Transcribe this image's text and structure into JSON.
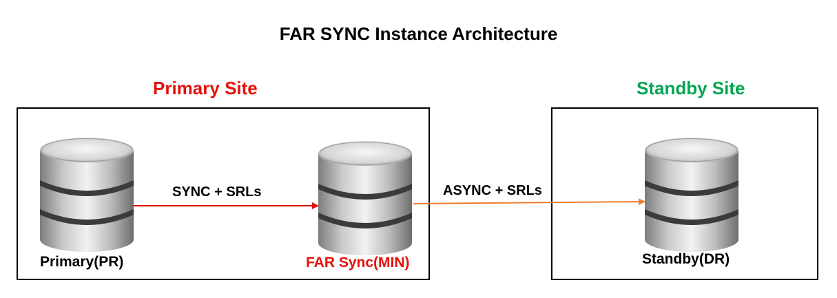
{
  "title": "FAR SYNC Instance Architecture",
  "sites": {
    "primary": {
      "label": "Primary Site",
      "color": "#e3120b"
    },
    "standby": {
      "label": "Standby Site",
      "color": "#00a651"
    }
  },
  "nodes": {
    "primary": {
      "label": "Primary(PR)",
      "color": "#000000",
      "icon": "database-icon"
    },
    "farsync": {
      "label": "FAR Sync(MIN)",
      "color": "#e3120b",
      "icon": "database-icon"
    },
    "standby": {
      "label": "Standby(DR)",
      "color": "#000000",
      "icon": "database-icon"
    }
  },
  "links": {
    "sync": {
      "label": "SYNC + SRLs",
      "color": "#e3120b"
    },
    "async": {
      "label": "ASYNC + SRLs",
      "color": "#ed7d31"
    }
  }
}
